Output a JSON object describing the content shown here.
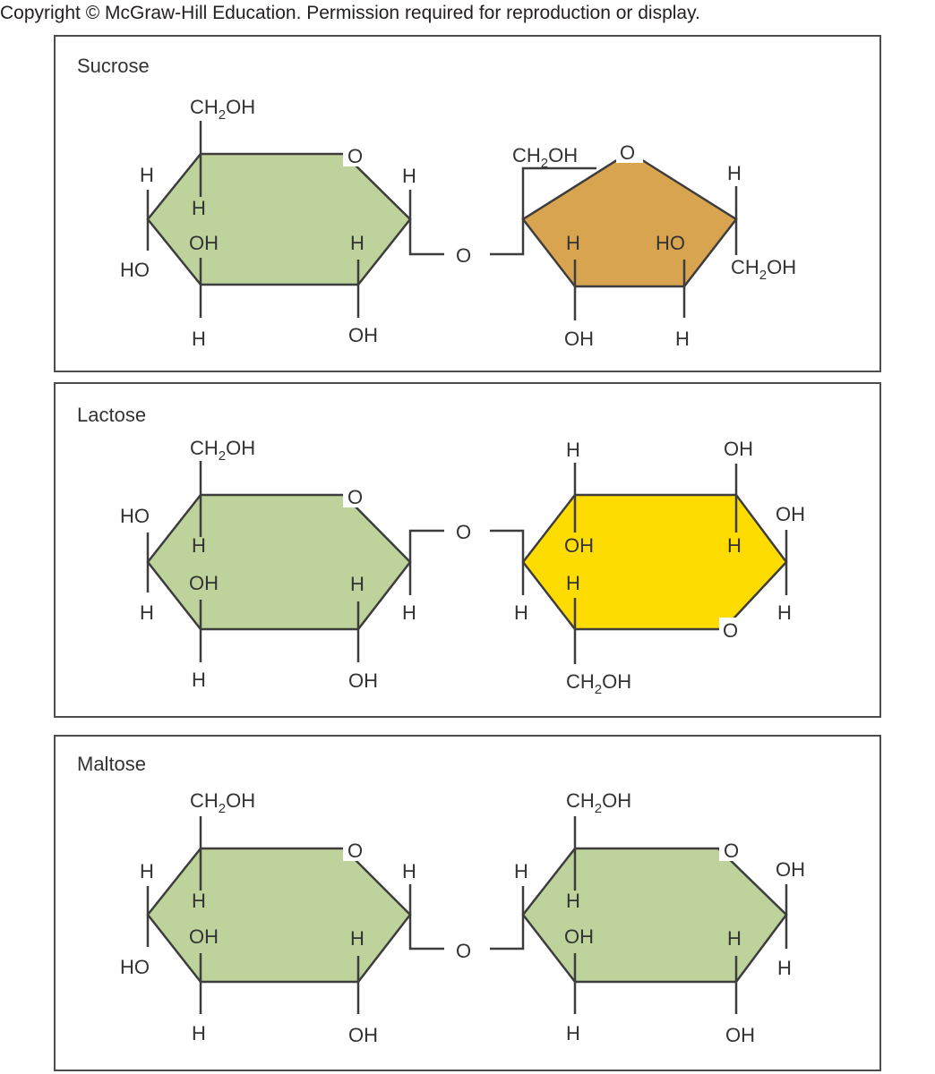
{
  "header": {
    "copyright": "Copyright © McGraw-Hill Education. Permission required for reproduction or display."
  },
  "colors": {
    "glucose_ring": "#bdd39b",
    "fructose_ring": "#d9a44f",
    "galactose_ring": "#ffdc00",
    "line": "#3d3d3d",
    "text": "#333333"
  },
  "labels": {
    "H": "H",
    "OH": "OH",
    "HO": "HO",
    "O": "O",
    "CH": "CH",
    "two": "2"
  },
  "panels": [
    {
      "title": "Sucrose"
    },
    {
      "title": "Lactose"
    },
    {
      "title": "Maltose"
    }
  ]
}
